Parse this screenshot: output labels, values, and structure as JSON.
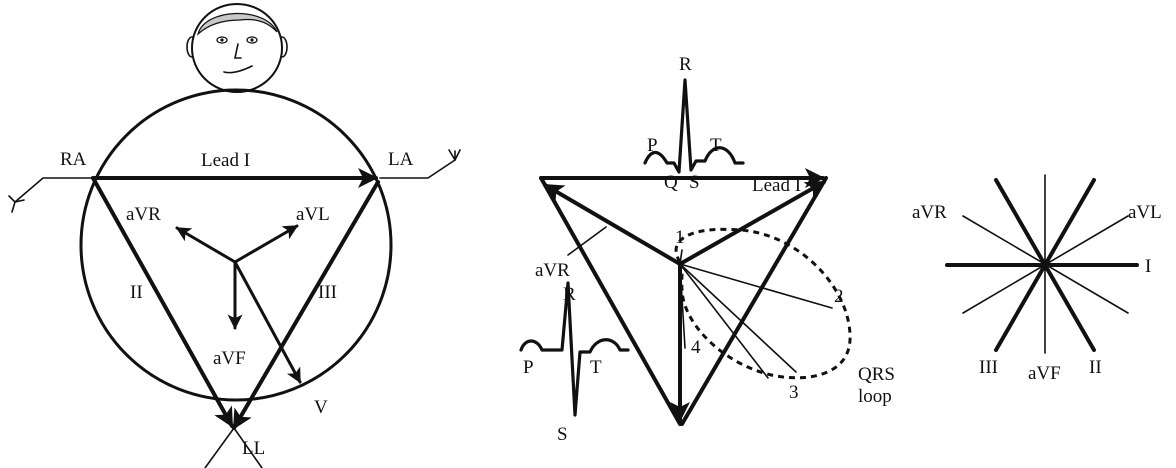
{
  "einthoven": {
    "electrodes": {
      "right_arm": "RA",
      "left_arm": "LA",
      "left_leg": "LL"
    },
    "leads": {
      "lead_I": "Lead I",
      "lead_II": "II",
      "lead_III": "III"
    },
    "augmented": {
      "avr": "aVR",
      "avl": "aVL",
      "avf": "aVF"
    },
    "vector": "V"
  },
  "qrs_panel": {
    "top_ecg": {
      "R": "R",
      "P": "P",
      "Q": "Q",
      "S": "S",
      "T": "T"
    },
    "lead_label": "Lead I",
    "avr_label": "aVR",
    "side_ecg": {
      "R": "R",
      "P": "P",
      "T": "T",
      "S": "S"
    },
    "loop_points": [
      "1",
      "2",
      "3",
      "4"
    ],
    "loop_label_line1": "QRS",
    "loop_label_line2": "loop"
  },
  "hexaxial": {
    "labels": {
      "avr": "aVR",
      "avl": "aVL",
      "lead_I": "I",
      "lead_III": "III",
      "avf": "aVF",
      "lead_II": "II"
    }
  }
}
